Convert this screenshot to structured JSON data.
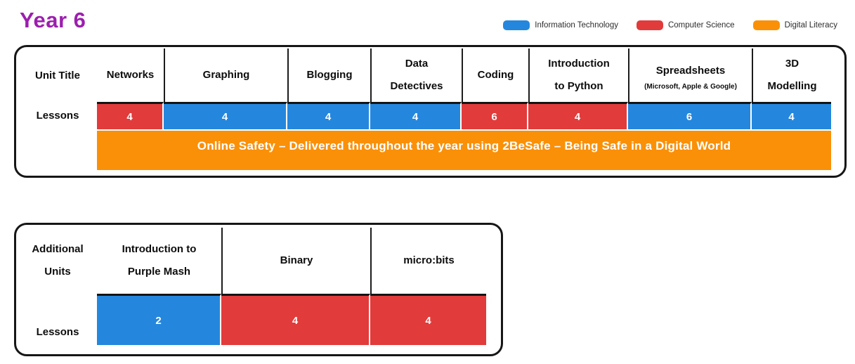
{
  "title": "Year 6",
  "colors": {
    "information-technology": "#2487DD",
    "computer-science": "#E23B3B",
    "digital-literacy": "#FA9008",
    "title": "#9C1FAE"
  },
  "legend": {
    "items": [
      {
        "label": "Information Technology",
        "category": "information-technology"
      },
      {
        "label": "Computer Science",
        "category": "computer-science"
      },
      {
        "label": "Digital Literacy",
        "category": "digital-literacy"
      }
    ]
  },
  "chart_data": [
    {
      "type": "table",
      "name": "year-6-unit-overview",
      "title": "Year 6",
      "row_labels": {
        "header": "Unit Title",
        "lessons": "Lessons"
      },
      "columns": [
        {
          "title": "Networks",
          "lessons": 4,
          "category": "computer-science"
        },
        {
          "title": "Graphing",
          "lessons": 4,
          "category": "information-technology"
        },
        {
          "title": "Blogging",
          "lessons": 4,
          "category": "information-technology"
        },
        {
          "title": "Data Detectives",
          "title_lines": [
            "Data",
            "Detectives"
          ],
          "lessons": 4,
          "category": "information-technology"
        },
        {
          "title": "Coding",
          "lessons": 6,
          "category": "computer-science"
        },
        {
          "title": "Introduction to Python",
          "title_lines": [
            "Introduction",
            "to Python"
          ],
          "lessons": 4,
          "category": "computer-science"
        },
        {
          "title": "Spreadsheets",
          "subtitle": "(Microsoft, Apple & Google)",
          "lessons": 6,
          "category": "information-technology"
        },
        {
          "title": "3D Modelling",
          "title_lines": [
            "3D",
            "Modelling"
          ],
          "lessons": 4,
          "category": "information-technology"
        }
      ],
      "banner": {
        "text": "Online Safety – Delivered throughout the year using 2BeSafe – Being Safe in a Digital World",
        "category": "digital-literacy"
      }
    },
    {
      "type": "table",
      "name": "additional-units",
      "row_labels": {
        "header": "Additional Units",
        "header_lines": [
          "Additional",
          "Units"
        ],
        "lessons": "Lessons"
      },
      "columns": [
        {
          "title": "Introduction to Purple Mash",
          "title_lines": [
            "Introduction to",
            "Purple Mash"
          ],
          "lessons": 2,
          "category": "information-technology"
        },
        {
          "title": "Binary",
          "lessons": 4,
          "category": "computer-science"
        },
        {
          "title": "micro:bits",
          "lessons": 4,
          "category": "computer-science"
        }
      ]
    }
  ]
}
